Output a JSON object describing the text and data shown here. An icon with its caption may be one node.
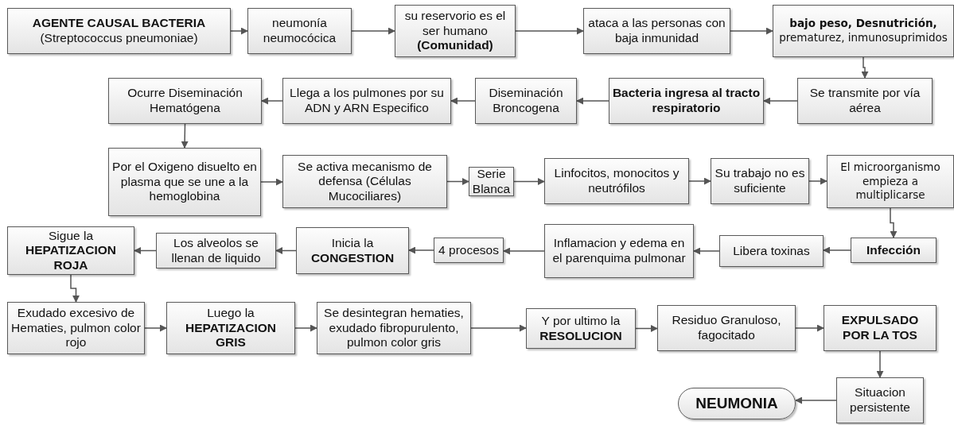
{
  "diagram": {
    "nodes": [
      {
        "text": [
          "**AGENTE CAUSAL BACTERIA** (Streptococcus pneumoniae)"
        ]
      },
      {
        "text": [
          "neumonía neumocócica"
        ]
      },
      {
        "text": [
          "su reservorio es el ser humano **(Comunidad)**"
        ]
      },
      {
        "text": [
          "ataca a las personas con baja inmunidad"
        ]
      },
      {
        "text": [
          "**bajo peso, Desnutrición,** prematurez, inmunosuprimidos"
        ]
      },
      {
        "text": [
          "Se transmite por vía aérea"
        ]
      },
      {
        "text": [
          "Bacteria ingresa al tracto respiratorio"
        ]
      },
      {
        "text": [
          "Diseminación Broncogena"
        ]
      },
      {
        "text": [
          "Llega a los pulmones por su ADN y ARN Especifico"
        ]
      },
      {
        "text": [
          "Ocurre Diseminación Hematógena"
        ]
      },
      {
        "text": [
          "Por el Oxigeno disuelto en plasma que se une a la hemoglobina"
        ]
      },
      {
        "text": [
          "Se activa mecanismo de defensa (Células Mucociliares)"
        ]
      },
      {
        "text": [
          "Serie Blanca"
        ]
      },
      {
        "text": [
          "Linfocitos, monocitos y neutrófilos"
        ]
      },
      {
        "text": [
          "Su trabajo no es suficiente"
        ]
      },
      {
        "text": [
          "El microorganismo empieza a multiplicarse"
        ]
      },
      {
        "text": [
          "Infección"
        ]
      },
      {
        "text": [
          "Libera toxinas"
        ]
      },
      {
        "text": [
          "Inflamacion y edema en el parenquima pulmonar"
        ]
      },
      {
        "text": [
          "4 procesos"
        ]
      },
      {
        "text": [
          "Inicia la **CONGESTION**"
        ]
      },
      {
        "text": [
          "Los alveolos se llenan de liquido"
        ]
      },
      {
        "text": [
          "Sigue la **HEPATIZACION ROJA**"
        ]
      },
      {
        "text": [
          "Exudado excesivo de Hematies, pulmon color rojo"
        ]
      },
      {
        "text": [
          "Luego la **HEPATIZACION GRIS**"
        ]
      },
      {
        "text": [
          "Se desintegran hematies, exudado fibropurulento, pulmon color gris"
        ]
      },
      {
        "text": [
          "Y por ultimo la **RESOLUCION**"
        ]
      },
      {
        "text": [
          "Residuo Granuloso, fagocitado"
        ]
      },
      {
        "text": [
          "EXPULSADO POR LA TOS"
        ]
      },
      {
        "text": [
          "Situacion persistente"
        ]
      },
      {
        "text": [
          "NEUMONIA"
        ]
      }
    ],
    "edges": [
      {
        "from": 0,
        "to": 1,
        "arrow": "to"
      },
      {
        "from": 1,
        "to": 2,
        "arrow": "to"
      },
      {
        "from": 2,
        "to": 3,
        "arrow": "to"
      },
      {
        "from": 3,
        "to": 4,
        "arrow": "to"
      },
      {
        "from": 4,
        "to": 5,
        "arrow": "to"
      },
      {
        "from": 5,
        "to": 6,
        "arrow": "to"
      },
      {
        "from": 6,
        "to": 7,
        "arrow": "to"
      },
      {
        "from": 7,
        "to": 8,
        "arrow": "to"
      },
      {
        "from": 8,
        "to": 9,
        "arrow": "to"
      },
      {
        "from": 9,
        "to": 10,
        "arrow": "to"
      },
      {
        "from": 10,
        "to": 11,
        "arrow": "to"
      },
      {
        "from": 11,
        "to": 12,
        "arrow": "to"
      },
      {
        "from": 12,
        "to": 13,
        "arrow": "to"
      },
      {
        "from": 13,
        "to": 14,
        "arrow": "to"
      },
      {
        "from": 14,
        "to": 15,
        "arrow": "to"
      },
      {
        "from": 15,
        "to": 16,
        "arrow": "to"
      },
      {
        "from": 16,
        "to": 17,
        "arrow": "to"
      },
      {
        "from": 17,
        "to": 18,
        "arrow": "to"
      },
      {
        "from": 18,
        "to": 19,
        "arrow": "to"
      },
      {
        "from": 19,
        "to": 20,
        "arrow": "to"
      },
      {
        "from": 20,
        "to": 21,
        "arrow": "to"
      },
      {
        "from": 21,
        "to": 22,
        "arrow": "to"
      },
      {
        "from": 22,
        "to": 23,
        "arrow": "to"
      },
      {
        "from": 23,
        "to": 24,
        "arrow": "to"
      },
      {
        "from": 24,
        "to": 25,
        "arrow": "to"
      },
      {
        "from": 25,
        "to": 26,
        "arrow": "to"
      },
      {
        "from": 26,
        "to": 27,
        "arrow": "to"
      },
      {
        "from": 27,
        "to": 28,
        "arrow": "to"
      },
      {
        "from": 28,
        "to": 29,
        "arrow": "to"
      },
      {
        "from": 29,
        "to": 30,
        "arrow": "to"
      }
    ]
  }
}
